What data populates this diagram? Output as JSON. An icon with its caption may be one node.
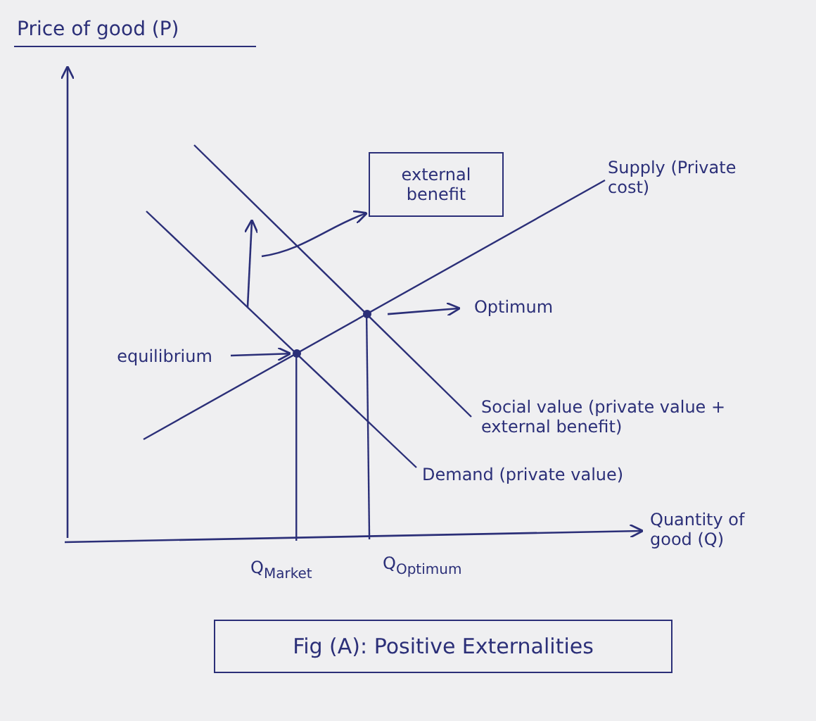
{
  "diagram": {
    "nodes": [
      {
        "text": [
          "external benefit"
        ]
      },
      {
        "text": [],
        "shape": "circle"
      },
      {
        "text": [
          "Optimum"
        ]
      },
      {
        "text": [
          "equilibrium"
        ]
      },
      {
        "text": [],
        "shape": "circle"
      },
      {
        "text": [
          "Fig (A): Positive Externalities"
        ]
      }
    ],
    "edges": [
      {
        "from": null,
        "to": 0,
        "arrow": "to"
      },
      {
        "from": 1,
        "to": 2,
        "arrow": "to"
      },
      {
        "from": 3,
        "to": 4,
        "arrow": "to"
      }
    ],
    "labels": [
      "Price of good (P)",
      "Supply (Private cost)",
      "Social value (private value + external benefit)",
      "Demand (private value)",
      "Q$_{Market}$",
      "Q$_{Optimum}$",
      "Quantity of good (Q)"
    ]
  }
}
